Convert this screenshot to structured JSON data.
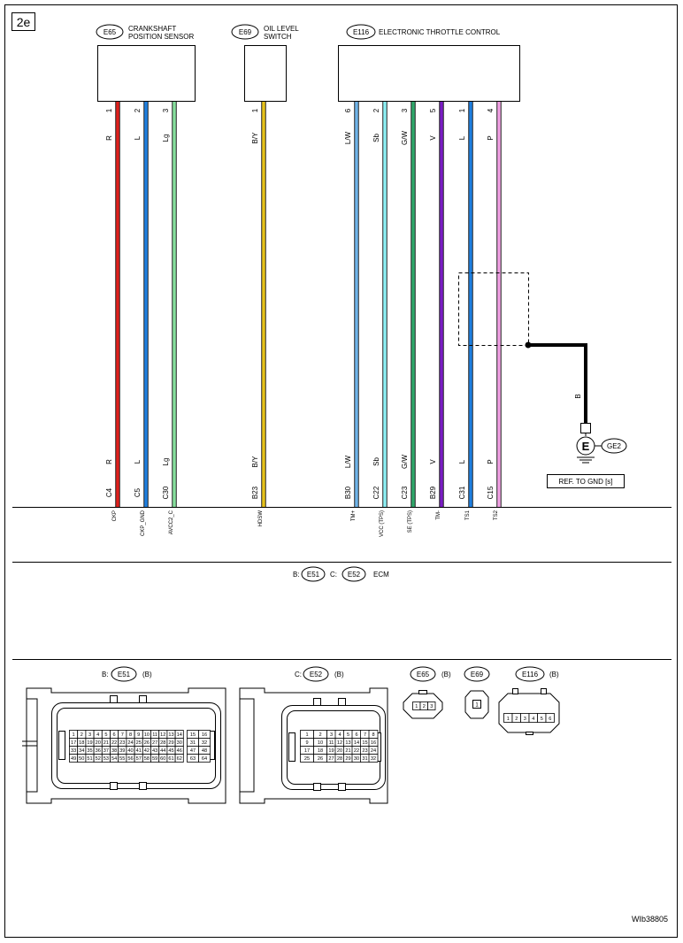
{
  "page": {
    "section_id": "2e",
    "drawing_code": "WIb38805"
  },
  "components": {
    "e65": {
      "code": "E65",
      "name_line1": "CRANKSHAFT",
      "name_line2": "POSITION SENSOR"
    },
    "e69": {
      "code": "E69",
      "name_line1": "OIL LEVEL",
      "name_line2": "SWITCH"
    },
    "e116": {
      "code": "E116",
      "name_line1": "ELECTRONIC THROTTLE CONTROL"
    }
  },
  "wires": [
    {
      "comp_pin": "1",
      "color_code": "R",
      "color": "#e0201c",
      "ecm_pin": "C4",
      "signal": "CKP"
    },
    {
      "comp_pin": "2",
      "color_code": "L",
      "color": "#1e7fe0",
      "ecm_pin": "C5",
      "signal": "CKP_GND"
    },
    {
      "comp_pin": "3",
      "color_code": "Lg",
      "color": "#86df9c",
      "ecm_pin": "C30",
      "signal": "AVCC2_C"
    },
    {
      "comp_pin": "1",
      "color_code": "B/Y",
      "color": "#e6c21a",
      "ecm_pin": "B23",
      "signal": "HDSW"
    },
    {
      "comp_pin": "6",
      "color_code": "L/W",
      "color": "#6fb3e8",
      "ecm_pin": "B30",
      "signal": "TM+"
    },
    {
      "comp_pin": "2",
      "color_code": "Sb",
      "color": "#8df0f4",
      "ecm_pin": "C22",
      "signal": "VCC (TPS)"
    },
    {
      "comp_pin": "3",
      "color_code": "G/W",
      "color": "#2fa86a",
      "ecm_pin": "C23",
      "signal": "SE (TPS)"
    },
    {
      "comp_pin": "5",
      "color_code": "V",
      "color": "#7a1cc4",
      "ecm_pin": "B29",
      "signal": "TM-"
    },
    {
      "comp_pin": "1",
      "color_code": "L",
      "color": "#1e7fe0",
      "ecm_pin": "C31",
      "signal": "TS1"
    },
    {
      "comp_pin": "4",
      "color_code": "P",
      "color": "#f2a0e4",
      "ecm_pin": "C15",
      "signal": "TS2"
    }
  ],
  "ground": {
    "wire_color_code": "B",
    "symbol": "E",
    "ground_code": "GE2",
    "reference": "REF. TO GND [s]"
  },
  "ecm": {
    "prefix_b": "B:",
    "conn_b": "E51",
    "prefix_c": "C:",
    "conn_c": "E52",
    "name": "ECM"
  },
  "connector_views": {
    "e51": {
      "prefix": "B:",
      "code": "E51",
      "suffix": "(B)"
    },
    "e52": {
      "prefix": "C:",
      "code": "E52",
      "suffix": "(B)"
    },
    "e65": {
      "code": "E65",
      "suffix": "(B)",
      "pins": [
        "1",
        "2",
        "3"
      ]
    },
    "e69": {
      "code": "E69",
      "pins": [
        "1"
      ]
    },
    "e116": {
      "code": "E116",
      "suffix": "(B)",
      "pins": [
        "1",
        "2",
        "3",
        "4",
        "5",
        "6"
      ]
    }
  },
  "e51_pins": {
    "rows": [
      [
        "1",
        "2",
        "3",
        "4",
        "5",
        "6",
        "7",
        "8",
        "9",
        "10",
        "11",
        "12",
        "13",
        "14"
      ],
      [
        "17",
        "18",
        "19",
        "20",
        "21",
        "22",
        "23",
        "24",
        "25",
        "26",
        "27",
        "28",
        "29",
        "30"
      ],
      [
        "33",
        "34",
        "35",
        "36",
        "37",
        "38",
        "39",
        "40",
        "41",
        "42",
        "43",
        "44",
        "45",
        "46"
      ],
      [
        "49",
        "50",
        "51",
        "52",
        "53",
        "54",
        "55",
        "56",
        "57",
        "58",
        "59",
        "60",
        "61",
        "62"
      ]
    ],
    "side": [
      [
        "15",
        "16"
      ],
      [
        "31",
        "32"
      ],
      [
        "47",
        "48"
      ],
      [
        "63",
        "64"
      ]
    ]
  },
  "e52_pins": {
    "rows": [
      [
        "1",
        "2",
        "3",
        "4",
        "5",
        "6",
        "7",
        "8"
      ],
      [
        "9",
        "10",
        "11",
        "12",
        "13",
        "14",
        "15",
        "16"
      ],
      [
        "17",
        "18",
        "19",
        "20",
        "21",
        "22",
        "23",
        "24"
      ],
      [
        "25",
        "26",
        "27",
        "28",
        "29",
        "30",
        "31",
        "32"
      ]
    ]
  }
}
